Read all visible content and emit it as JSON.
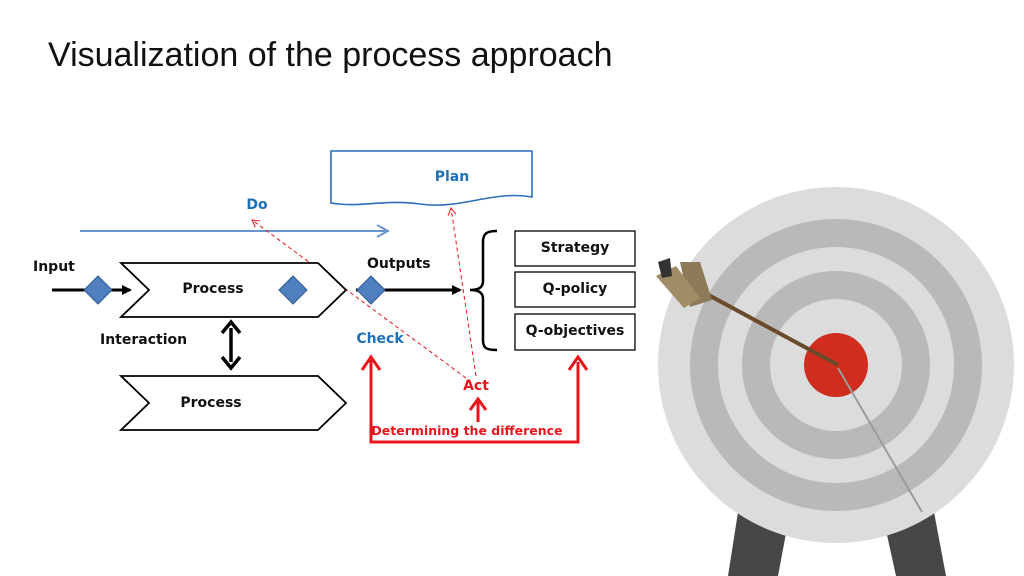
{
  "slide": {
    "title": "Visualization of the process approach"
  },
  "diagram": {
    "plan_label": "Plan",
    "do_label": "Do",
    "check_label": "Check",
    "act_label": "Act",
    "input_label": "Input",
    "outputs_label": "Outputs",
    "interaction_label": "Interaction",
    "process_top_label": "Process",
    "process_bottom_label": "Process",
    "difference_label": "Determining the difference",
    "output_items": [
      "Strategy",
      "Q-policy",
      "Q-objectives"
    ]
  },
  "colors": {
    "blue_text": "#1f6fb6",
    "blue_arrow": "#6b95cf",
    "diamond_fill": "#4f7fbf",
    "red": "#e8141b",
    "target_outer": "#dcdcdc",
    "target_ring": "#b9b9b9",
    "bullseye": "#cf2e1f",
    "stand": "#474747"
  },
  "icons": {
    "target": "target-with-arrow-icon"
  }
}
